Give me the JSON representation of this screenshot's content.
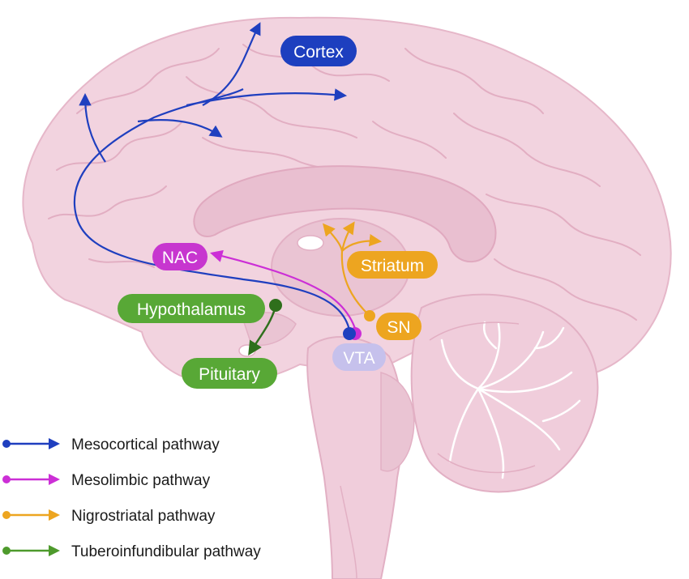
{
  "labels": {
    "cortex": "Cortex",
    "nac": "NAC",
    "striatum": "Striatum",
    "hypothalamus": "Hypothalamus",
    "sn": "SN",
    "vta": "VTA",
    "pituitary": "Pituitary"
  },
  "legend": [
    {
      "label": "Mesocortical pathway",
      "color": "#1f3fbf"
    },
    {
      "label": "Mesolimbic pathway",
      "color": "#cc2fd6"
    },
    {
      "label": "Nigrostriatal pathway",
      "color": "#eda520"
    },
    {
      "label": "Tuberoinfundibular pathway",
      "color": "#4e9a2c"
    }
  ],
  "colors": {
    "brain_fill": "#f2d3df",
    "brain_line": "#e6b7c9",
    "brain_dark": "#e9bfd0",
    "mesocortical": "#1f3fbf",
    "mesolimbic": "#cc2fd6",
    "nigrostriatal": "#eda520",
    "tuberoinfundibular": "#4e9a2c",
    "vta_badge": "#c6c1ec",
    "cortex_badge": "#1d3fbf",
    "green_badge": "#58a836",
    "orange_badge": "#eda520",
    "magenta_badge": "#c736cf"
  }
}
